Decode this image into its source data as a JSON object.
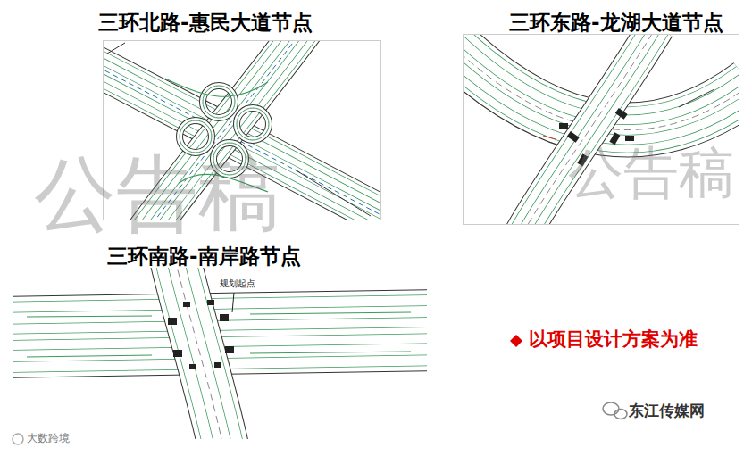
{
  "diagram": {
    "labels": [
      "三环北路-惠民大道节点",
      "三环东路-龙湖大道节点",
      "三环南路-南岸路节点",
      "以项目设计方案为准",
      "规划起点",
      "东江传媒网",
      "大数跨境",
      "公告稿",
      "公告稿"
    ]
  }
}
